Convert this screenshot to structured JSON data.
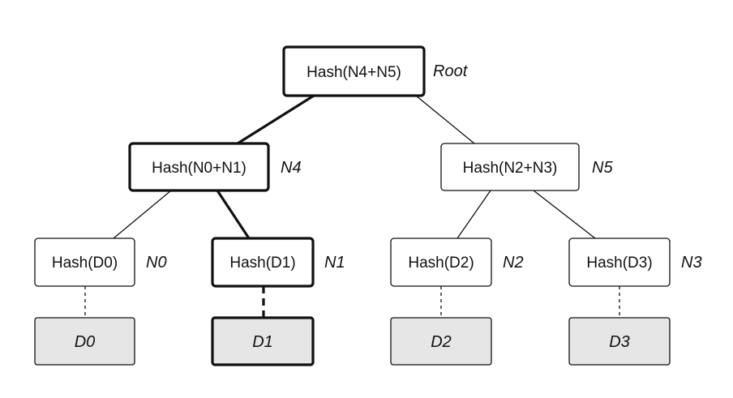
{
  "nodes": {
    "root": {
      "label": "Hash(N4+N5)",
      "tag": "Root"
    },
    "n4": {
      "label": "Hash(N0+N1)",
      "tag": "N4"
    },
    "n5": {
      "label": "Hash(N2+N3)",
      "tag": "N5"
    },
    "n0": {
      "label": "Hash(D0)",
      "tag": "N0"
    },
    "n1": {
      "label": "Hash(D1)",
      "tag": "N1"
    },
    "n2": {
      "label": "Hash(D2)",
      "tag": "N2"
    },
    "n3": {
      "label": "Hash(D3)",
      "tag": "N3"
    }
  },
  "data_blocks": {
    "d0": {
      "label": "D0"
    },
    "d1": {
      "label": "D1"
    },
    "d2": {
      "label": "D2"
    },
    "d3": {
      "label": "D3"
    }
  },
  "colors": {
    "stroke": "#111111",
    "data_fill": "#e6e6e6",
    "node_fill": "#ffffff"
  }
}
